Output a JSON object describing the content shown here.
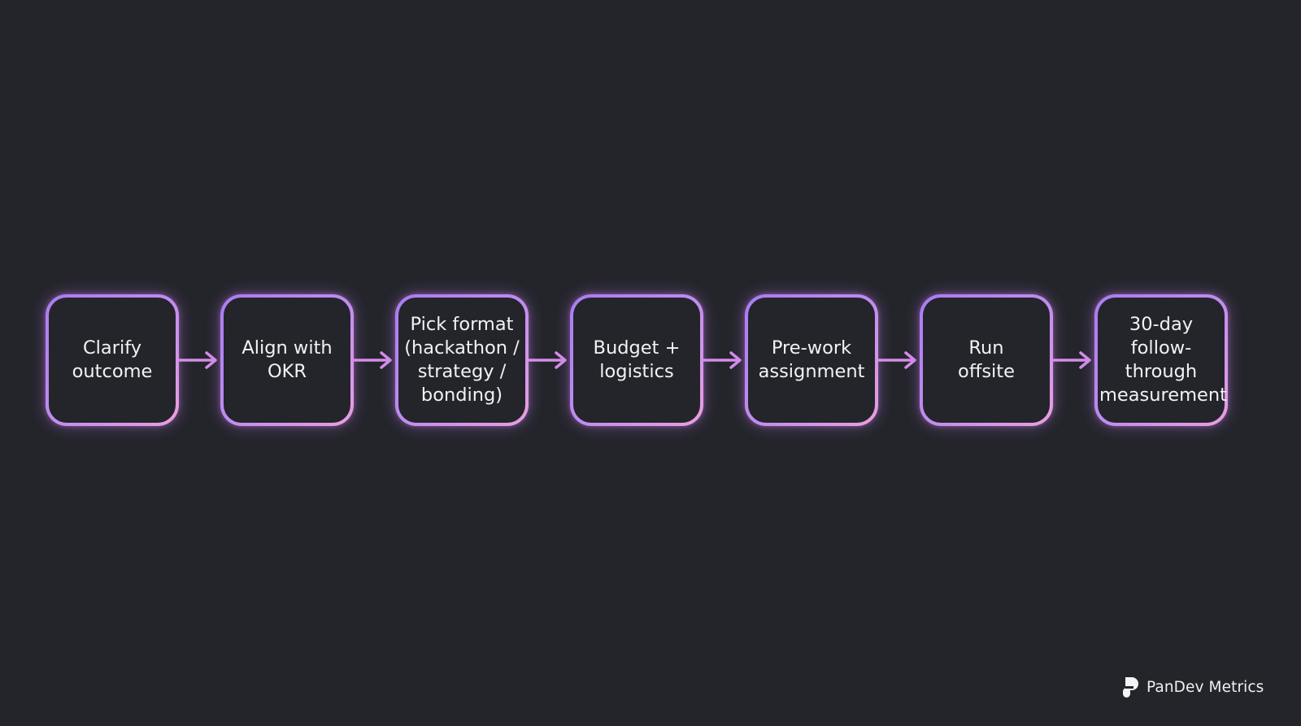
{
  "diagram": {
    "steps": [
      {
        "label": "Clarify\noutcome"
      },
      {
        "label": "Align with\nOKR"
      },
      {
        "label": "Pick format\n(hackathon /\nstrategy /\nbonding)"
      },
      {
        "label": "Budget +\nlogistics"
      },
      {
        "label": "Pre-work\nassignment"
      },
      {
        "label": "Run\noffsite"
      },
      {
        "label": "30-day\nfollow-\nthrough\nmeasurement"
      }
    ],
    "colors": {
      "background": "#24252b",
      "border_start": "#a97cf3",
      "border_end": "#ea9fe0",
      "arrow": "#d58de8",
      "text": "#f2f2f4"
    }
  },
  "brand": {
    "name": "PanDev Metrics",
    "icon": "pandev-logo-icon"
  }
}
